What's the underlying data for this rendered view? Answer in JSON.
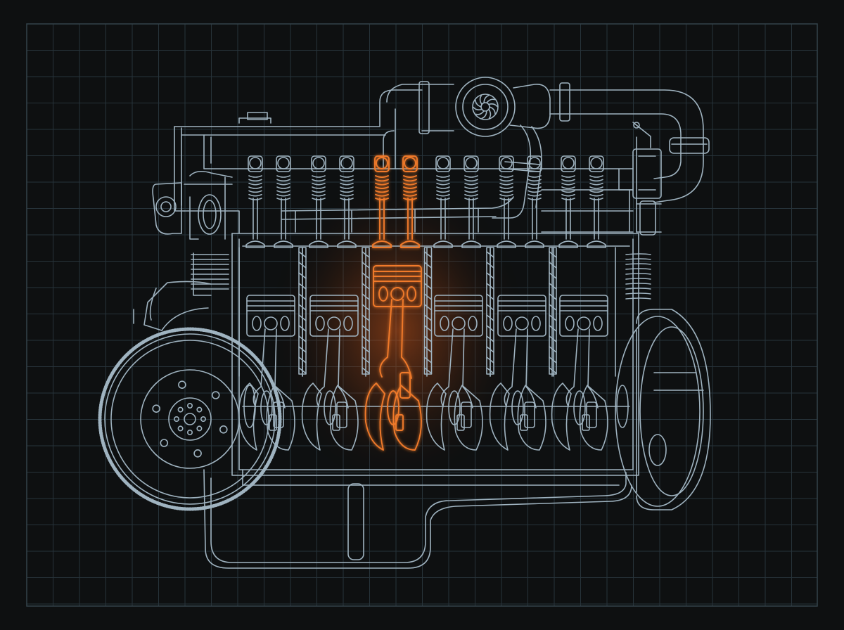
{
  "diagram": {
    "type": "engine-cutaway-illustration",
    "cylinder_count": 6,
    "highlighted_cylinder": 3,
    "colors": {
      "background": "#0e1011",
      "grid": "#27333a",
      "line": "#9fb3c0",
      "highlight": "#f07a2a",
      "glow": "#c9551a"
    }
  }
}
